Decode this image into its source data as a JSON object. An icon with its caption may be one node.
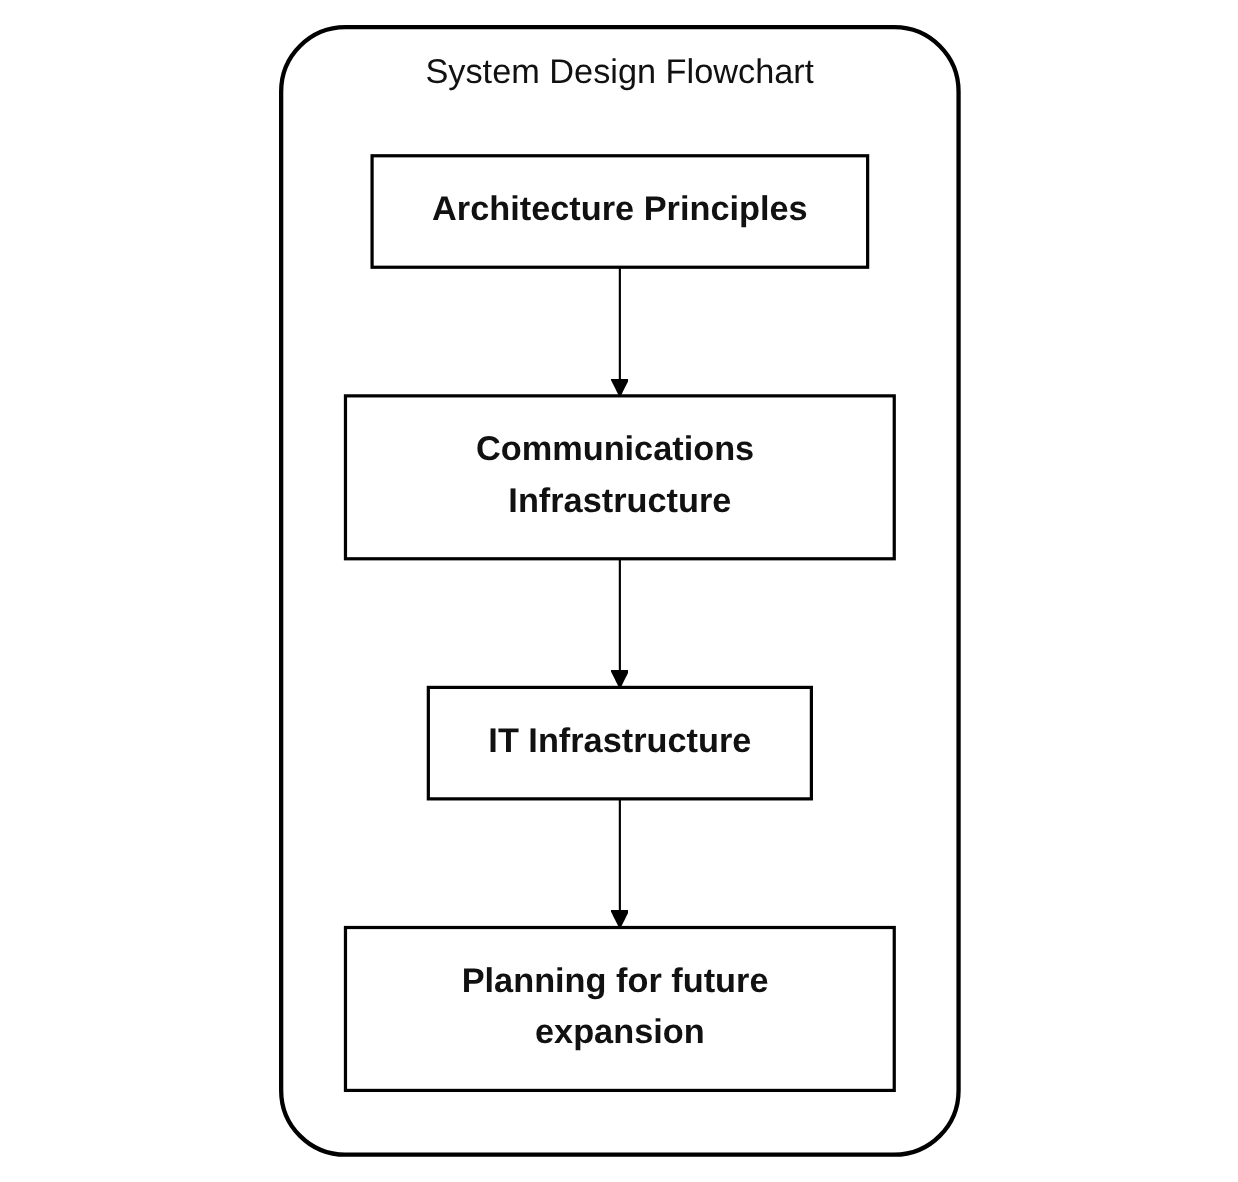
{
  "diagram": {
    "nodes": [
      {
        "text": [
          "System Design Flowchart"
        ]
      },
      {
        "text": [
          "Architecture Principles"
        ],
        "in": 0
      },
      {
        "text": [
          "Communications Infrastructure"
        ],
        "in": 0
      },
      {
        "text": [
          "IT Infrastructure"
        ],
        "in": 0
      },
      {
        "text": [
          "Planning for future expansion"
        ],
        "in": 0
      }
    ],
    "edges": [
      {
        "from": 1,
        "to": 2,
        "arrow": "to"
      },
      {
        "from": 2,
        "to": 3,
        "arrow": "to"
      },
      {
        "from": 3,
        "to": 4,
        "arrow": "to"
      }
    ]
  }
}
